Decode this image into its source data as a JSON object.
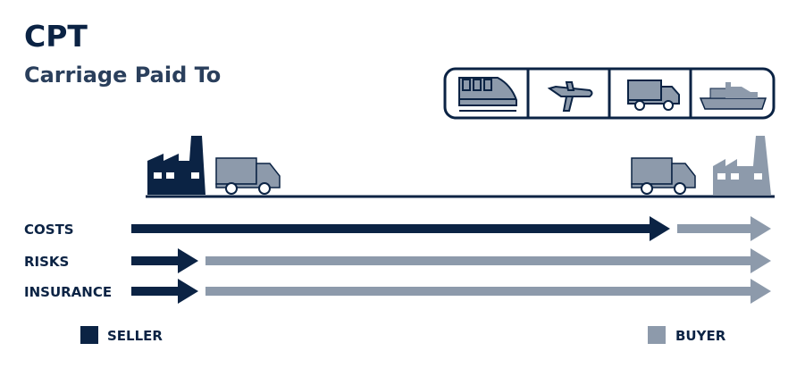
{
  "header": {
    "title": "CPT",
    "subtitle": "Carriage Paid To"
  },
  "transport_modes": [
    "train-icon",
    "airplane-icon",
    "truck-icon",
    "ship-icon"
  ],
  "rows": [
    {
      "label": "COSTS",
      "seller_share_to": "destination"
    },
    {
      "label": "RISKS",
      "seller_share_to": "first-carrier"
    },
    {
      "label": "INSURANCE",
      "seller_share_to": "first-carrier"
    }
  ],
  "legend": {
    "seller": "SELLER",
    "buyer": "BUYER"
  },
  "colors": {
    "seller": "#0b2344",
    "buyer": "#8d9aab"
  }
}
